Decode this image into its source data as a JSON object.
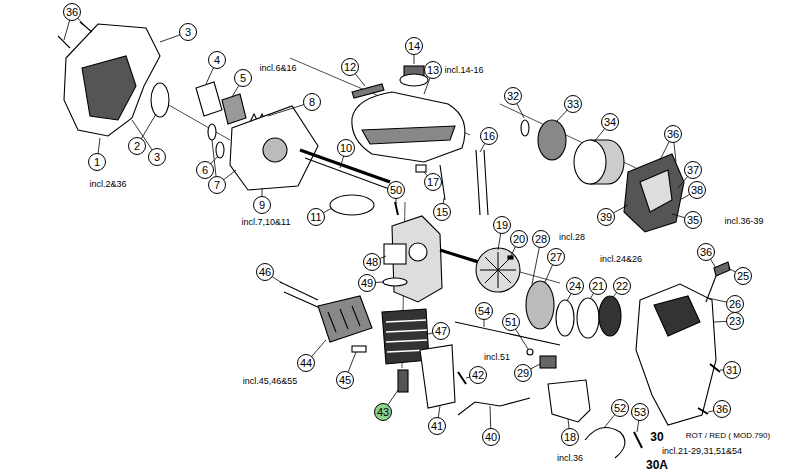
{
  "diagram": {
    "labels": [
      "36",
      "3",
      "14",
      "12",
      "13",
      "incl.14-16",
      "4",
      "5",
      "32",
      "33",
      "8",
      "34",
      "36",
      "16",
      "2",
      "10",
      "3",
      "1",
      "6",
      "37",
      "17",
      "incl.6&16",
      "7",
      "incl.2&36",
      "38",
      "50",
      "9",
      "15",
      "11",
      "incl.7,10&11",
      "39",
      "35",
      "incl.36-39",
      "19",
      "20",
      "28",
      "incl.28",
      "36",
      "27",
      "incl.24&26",
      "48",
      "46",
      "25",
      "49",
      "24",
      "21",
      "22",
      "26",
      "54",
      "23",
      "51",
      "47",
      "incl.51",
      "44",
      "incl.45,46&55",
      "31",
      "29",
      "42",
      "45",
      "36",
      "52",
      "53",
      "43",
      "41",
      "40",
      "18",
      "30",
      "ROT / RED ( MOD.790)",
      "incl.21-29,31,51&54",
      "30A",
      "incl.36"
    ]
  }
}
